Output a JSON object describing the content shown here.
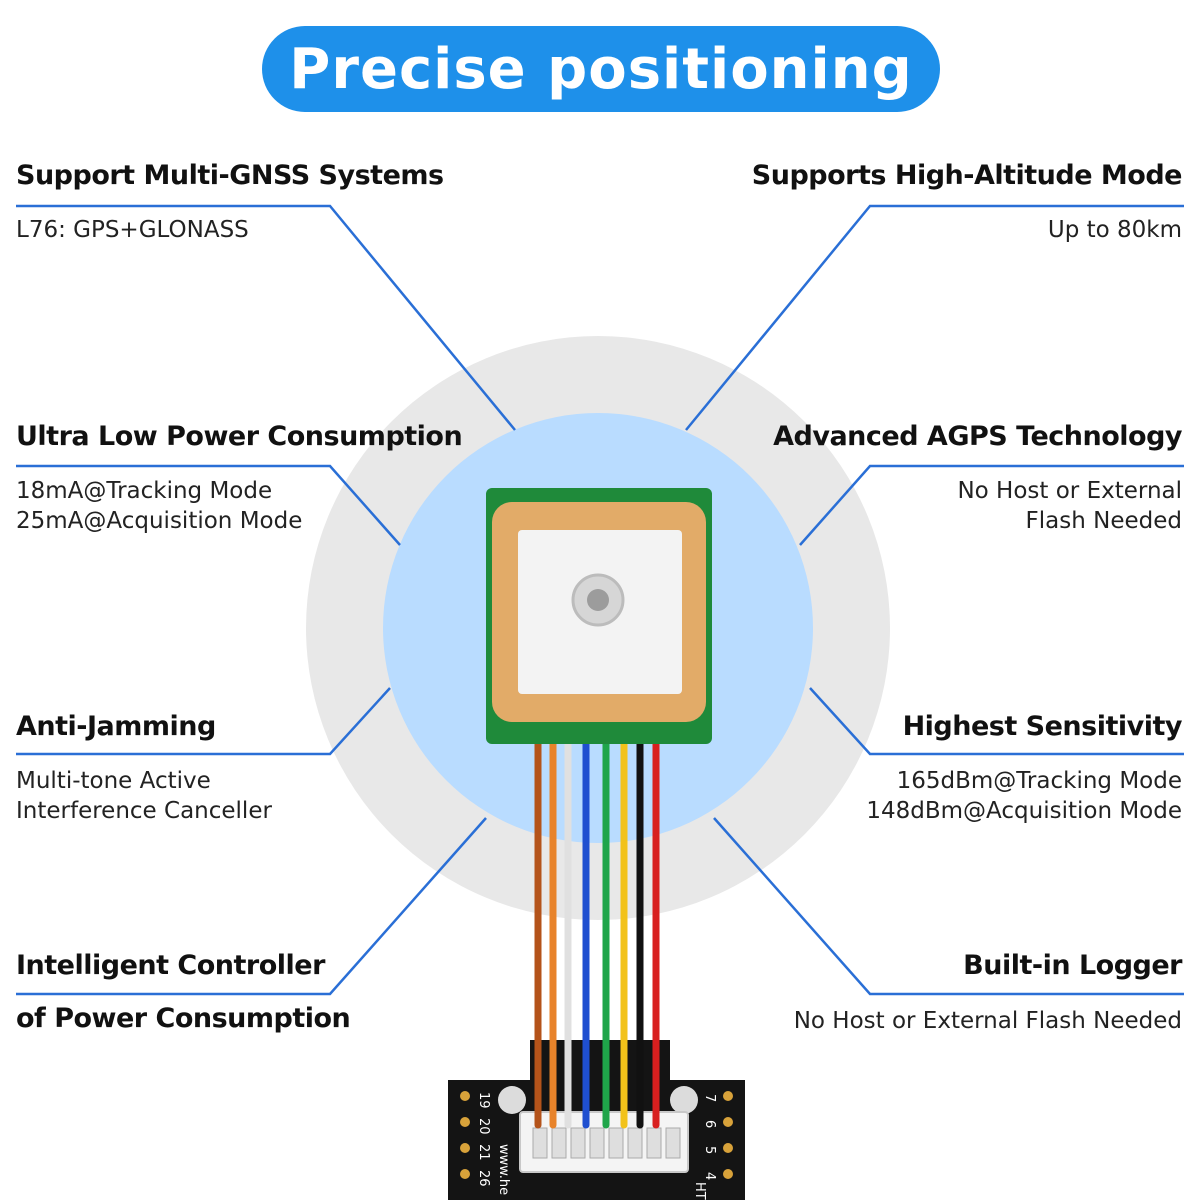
{
  "header": {
    "title": "Precise positioning"
  },
  "features": {
    "multi_gnss": {
      "title": "Support Multi-GNSS Systems",
      "desc": [
        "L76: GPS+GLONASS"
      ]
    },
    "high_altitude": {
      "title": "Supports High-Altitude Mode",
      "desc": [
        "Up to 80km"
      ]
    },
    "low_power": {
      "title": "Ultra Low Power Consumption",
      "desc": [
        "18mA@Tracking Mode",
        "25mA@Acquisition Mode"
      ]
    },
    "agps": {
      "title": "Advanced AGPS Technology",
      "desc": [
        "No Host or External",
        "Flash Needed"
      ]
    },
    "anti_jamming": {
      "title": "Anti-Jamming",
      "desc": [
        "Multi-tone Active",
        "Interference Canceller"
      ]
    },
    "sensitivity": {
      "title": "Highest Sensitivity",
      "desc": [
        "165dBm@Tracking Mode",
        "148dBm@Acquisition Mode"
      ]
    },
    "power_controller": {
      "title": [
        "Intelligent Controller",
        "of Power Consumption"
      ]
    },
    "logger": {
      "title": "Built-in Logger",
      "desc": [
        "No Host or External Flash Needed"
      ]
    }
  },
  "board": {
    "pin_labels_left": [
      "19",
      "20",
      "21",
      "26"
    ],
    "pin_labels_right": [
      "7",
      "6",
      "5",
      "4"
    ],
    "silk_text": "www.he",
    "silk_text_right": "HT"
  },
  "colors": {
    "accent": "#1e90ea",
    "line": "#2a6fd6",
    "outer_circle": "#e8e8e8",
    "inner_circle": "#b9dcff",
    "pcb_green": "#1f8a3a",
    "ceramic_tan": "#e2ab68",
    "patch_white": "#f3f3f3",
    "wires": [
      "#b4531a",
      "#e8832a",
      "#e8e8e8",
      "#1f4fd0",
      "#1fa54a",
      "#f2c21a",
      "#111111",
      "#d81f1f"
    ]
  }
}
